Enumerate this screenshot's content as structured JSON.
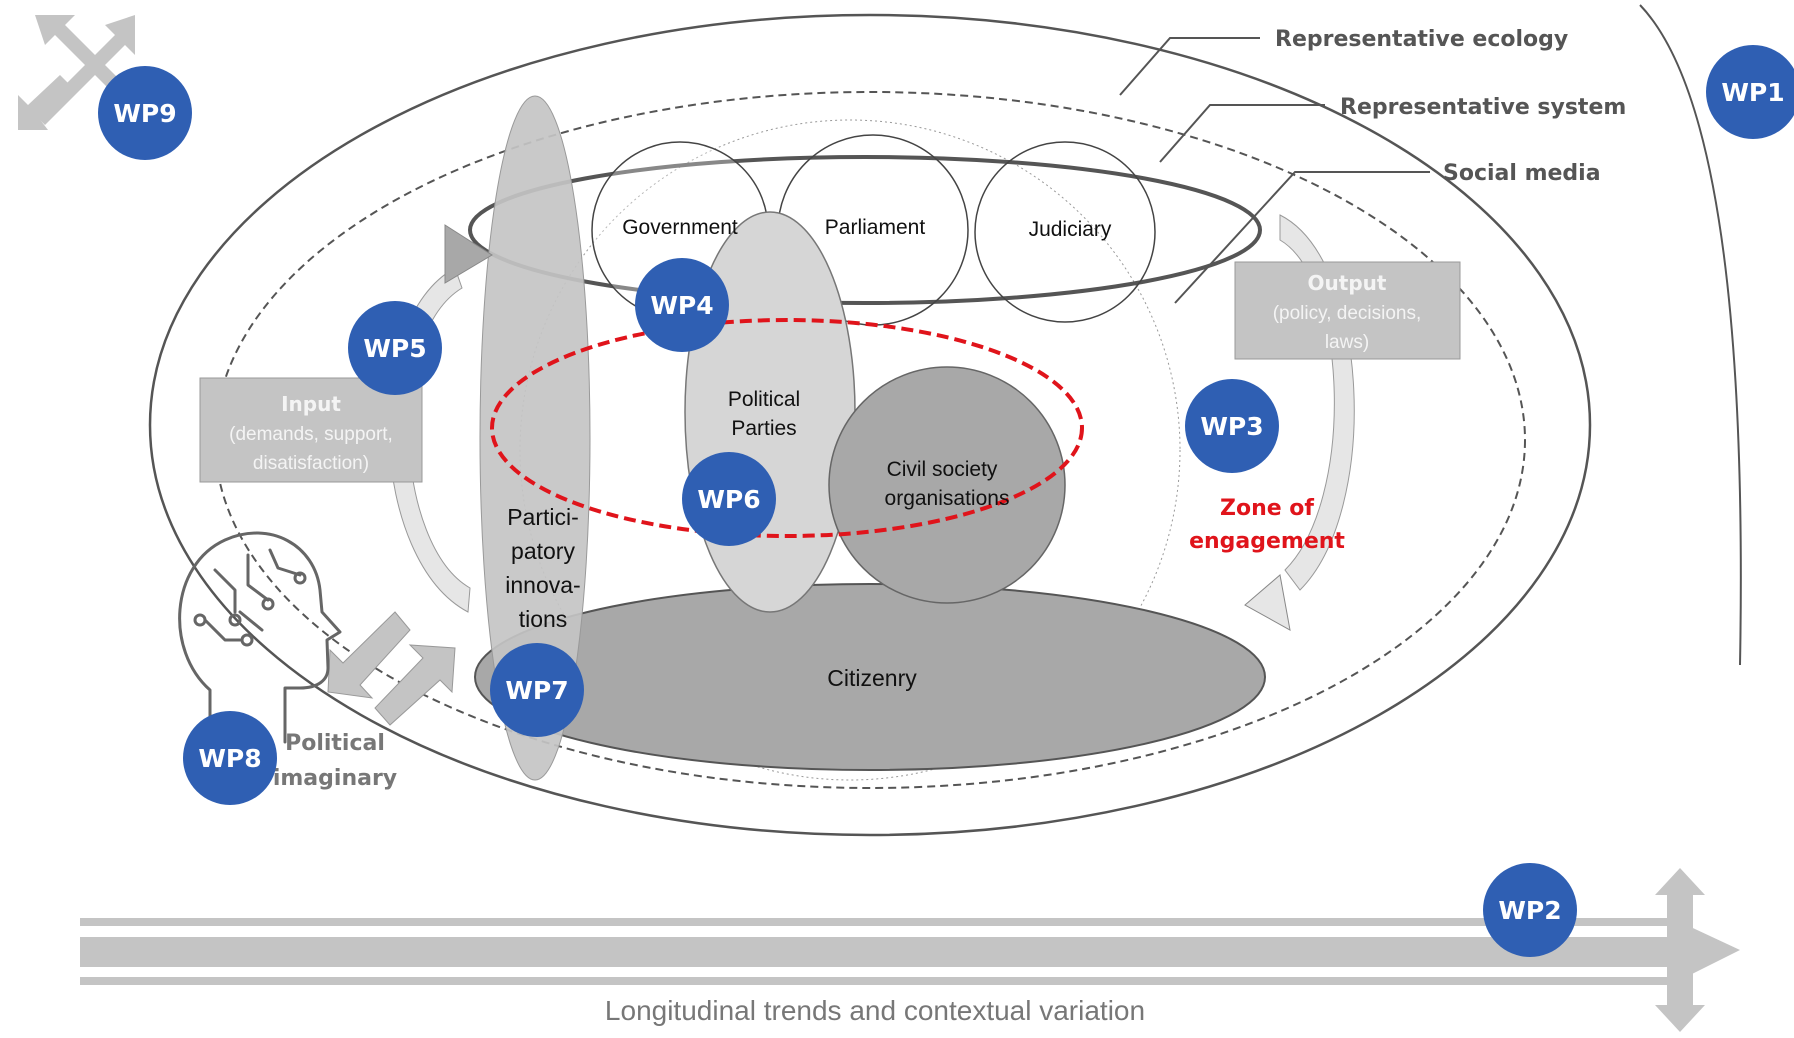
{
  "labels": {
    "ecology": "Representative ecology",
    "system": "Representative system",
    "social_media": "Social media",
    "government": "Government",
    "parliament": "Parliament",
    "judiciary": "Judiciary",
    "parties_1": "Political",
    "parties_2": "Parties",
    "civil_1": "Civil society",
    "civil_2": "organisations",
    "citizenry": "Citizenry",
    "participatory_1": "Partici-",
    "participatory_2": "patory",
    "participatory_3": "innova-",
    "participatory_4": "tions",
    "input_title": "Input",
    "input_1": "(demands, support,",
    "input_2": "disatisfaction)",
    "output_title": "Output",
    "output_1": "(policy, decisions,",
    "output_2": "laws)",
    "zone_1": "Zone of",
    "zone_2": "engagement",
    "imaginary_1": "Political",
    "imaginary_2": "imaginary",
    "longitudinal": "Longitudinal trends and contextual variation"
  },
  "badges": {
    "wp1": "WP1",
    "wp2": "WP2",
    "wp3": "WP3",
    "wp4": "WP4",
    "wp5": "WP5",
    "wp6": "WP6",
    "wp7": "WP7",
    "wp8": "WP8",
    "wp9": "WP9"
  },
  "colors": {
    "badge": "#2f5fb3",
    "zone": "#e0141b",
    "grey_dark": "#a8a8a8",
    "grey_light": "#d6d6d6",
    "box_fill": "#c4c4c4",
    "arrow_fill": "#e6e6e6"
  },
  "icons": {
    "head": "head-circuit-icon",
    "cross_arrows": "cross-arrows-icon",
    "timeline_arrow": "timeline-arrow-icon"
  }
}
